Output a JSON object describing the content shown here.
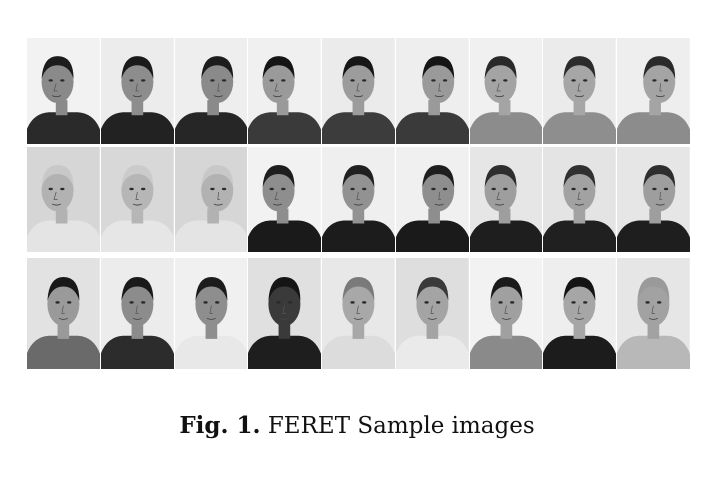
{
  "figure": {
    "caption_label": "Fig. 1.",
    "caption_text": "FERET Sample images",
    "rows": [
      {
        "name": "row-1",
        "images": [
          {
            "id": "r1-1",
            "pose": "turned-left",
            "tone": "#8a8a8a",
            "hair": "#1c1c1c",
            "clothes": "#2a2a2a",
            "bg": "#f2f2f2"
          },
          {
            "id": "r1-2",
            "pose": "frontal",
            "tone": "#8d8d8d",
            "hair": "#1a1a1a",
            "clothes": "#222222",
            "bg": "#ececec"
          },
          {
            "id": "r1-3",
            "pose": "turned-right",
            "tone": "#8a8a8a",
            "hair": "#1c1c1c",
            "clothes": "#262626",
            "bg": "#eeeeee"
          },
          {
            "id": "r1-4",
            "pose": "turned-left",
            "tone": "#9a9a9a",
            "hair": "#151515",
            "clothes": "#3a3a3a",
            "bg": "#f0f0f0"
          },
          {
            "id": "r1-5",
            "pose": "frontal",
            "tone": "#9c9c9c",
            "hair": "#161616",
            "clothes": "#3c3c3c",
            "bg": "#ebebeb"
          },
          {
            "id": "r1-6",
            "pose": "turned-right",
            "tone": "#9a9a9a",
            "hair": "#151515",
            "clothes": "#3a3a3a",
            "bg": "#eeeeee"
          },
          {
            "id": "r1-7",
            "pose": "turned-left",
            "tone": "#a4a4a4",
            "hair": "#2a2a2a",
            "clothes": "#8c8c8c",
            "bg": "#f0f0f0"
          },
          {
            "id": "r1-8",
            "pose": "frontal",
            "tone": "#a6a6a6",
            "hair": "#2b2b2b",
            "clothes": "#8e8e8e",
            "bg": "#ebebeb"
          },
          {
            "id": "r1-9",
            "pose": "turned-right",
            "tone": "#a4a4a4",
            "hair": "#2a2a2a",
            "clothes": "#8c8c8c",
            "bg": "#eeeeee"
          }
        ]
      },
      {
        "name": "row-2",
        "images": [
          {
            "id": "r2-1",
            "pose": "turned-left",
            "tone": "#b2b2b2",
            "hair": "#c8c8c8",
            "clothes": "#e4e4e4",
            "bg": "#d6d6d6"
          },
          {
            "id": "r2-2",
            "pose": "frontal",
            "tone": "#b6b6b6",
            "hair": "#cbcbcb",
            "clothes": "#e6e6e6",
            "bg": "#d8d8d8"
          },
          {
            "id": "r2-3",
            "pose": "turned-right",
            "tone": "#b2b2b2",
            "hair": "#c8c8c8",
            "clothes": "#e4e4e4",
            "bg": "#d6d6d6"
          },
          {
            "id": "r2-4",
            "pose": "turned-left",
            "tone": "#8e8e8e",
            "hair": "#1e1e1e",
            "clothes": "#1a1a1a",
            "bg": "#f2f2f2"
          },
          {
            "id": "r2-5",
            "pose": "frontal",
            "tone": "#929292",
            "hair": "#202020",
            "clothes": "#1c1c1c",
            "bg": "#efefef"
          },
          {
            "id": "r2-6",
            "pose": "turned-right",
            "tone": "#8e8e8e",
            "hair": "#1e1e1e",
            "clothes": "#1a1a1a",
            "bg": "#f0f0f0"
          },
          {
            "id": "r2-7",
            "pose": "turned-left",
            "tone": "#9e9e9e",
            "hair": "#2e2e2e",
            "clothes": "#1e1e1e",
            "bg": "#e6e6e6"
          },
          {
            "id": "r2-8",
            "pose": "frontal",
            "tone": "#a2a2a2",
            "hair": "#303030",
            "clothes": "#202020",
            "bg": "#e4e4e4"
          },
          {
            "id": "r2-9",
            "pose": "turned-right",
            "tone": "#9e9e9e",
            "hair": "#2e2e2e",
            "clothes": "#1e1e1e",
            "bg": "#e6e6e6"
          }
        ]
      },
      {
        "name": "row-3",
        "images": [
          {
            "id": "r3-1",
            "pose": "frontal",
            "tone": "#9a9a9a",
            "hair": "#181818",
            "clothes": "#6a6a6a",
            "bg": "#e2e2e2"
          },
          {
            "id": "r3-2",
            "pose": "frontal",
            "tone": "#8c8c8c",
            "hair": "#1a1a1a",
            "clothes": "#2c2c2c",
            "bg": "#ececec"
          },
          {
            "id": "r3-3",
            "pose": "frontal",
            "tone": "#8e8e8e",
            "hair": "#1c1c1c",
            "clothes": "#e8e8e8",
            "bg": "#f0f0f0"
          },
          {
            "id": "r3-4",
            "pose": "frontal",
            "tone": "#3a3a3a",
            "hair": "#151515",
            "clothes": "#1e1e1e",
            "bg": "#e0e0e0"
          },
          {
            "id": "r3-5",
            "pose": "frontal",
            "tone": "#a8a8a8",
            "hair": "#7a7a7a",
            "clothes": "#dcdcdc",
            "bg": "#e8e8e8"
          },
          {
            "id": "r3-6",
            "pose": "frontal",
            "tone": "#a4a4a4",
            "hair": "#3a3a3a",
            "clothes": "#eaeaea",
            "bg": "#dedede"
          },
          {
            "id": "r3-7",
            "pose": "frontal",
            "tone": "#a0a0a0",
            "hair": "#1a1a1a",
            "clothes": "#8a8a8a",
            "bg": "#f2f2f2"
          },
          {
            "id": "r3-8",
            "pose": "frontal",
            "tone": "#a6a6a6",
            "hair": "#141414",
            "clothes": "#1c1c1c",
            "bg": "#eeeeee"
          },
          {
            "id": "r3-9",
            "pose": "frontal",
            "tone": "#a2a2a2",
            "hair": "#9a9a9a",
            "clothes": "#b8b8b8",
            "bg": "#e6e6e6"
          }
        ]
      }
    ]
  }
}
